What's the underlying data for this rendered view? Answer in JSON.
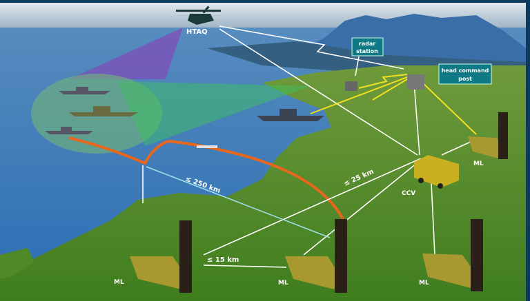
{
  "labels": {
    "helicopter": "HTAQ",
    "radar_station": [
      "radar",
      "station"
    ],
    "head_command_post": [
      "head command",
      "post"
    ],
    "ccv": "CCV",
    "ml": "ML",
    "range_250": "≤ 250 km",
    "range_25": "≤ 25 km",
    "range_15": "≤ 15 km"
  },
  "colors": {
    "sea": "#2f6fb0",
    "land": "#4f8a26",
    "link_white": "#ffffff",
    "link_yellow": "#f0e020",
    "missile_trail": "#e8671c",
    "label_box": "#0f7a86"
  }
}
